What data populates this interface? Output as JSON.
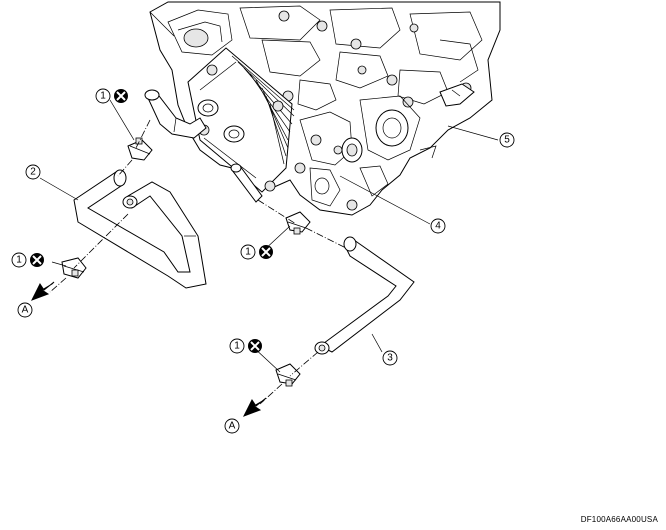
{
  "callouts": {
    "c1a": "1",
    "c1b": "1",
    "c1c": "1",
    "c1d": "1",
    "c2": "2",
    "c3": "3",
    "c4": "4",
    "c5": "5",
    "ca": "A",
    "cb": "A"
  },
  "reference_code": "DF100A66AA00USA"
}
